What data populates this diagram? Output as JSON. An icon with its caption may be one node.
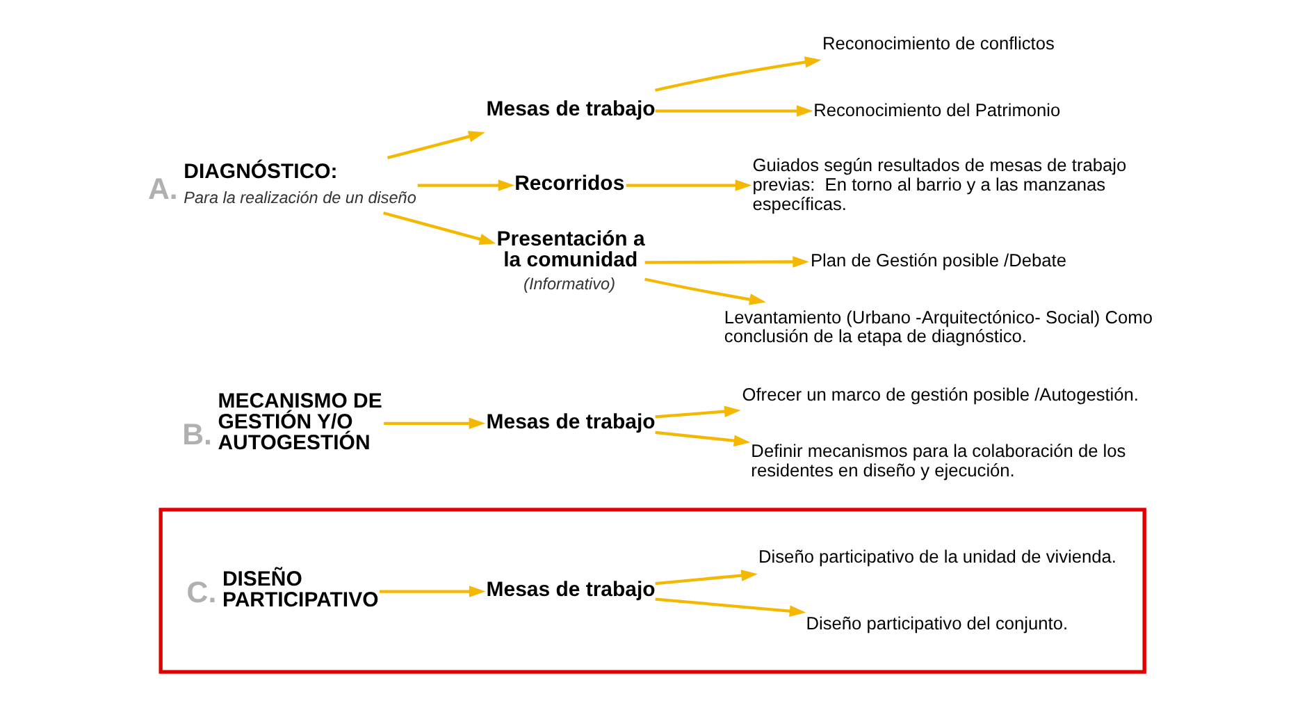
{
  "diagram": {
    "nodes": [
      {
        "text": [
          "A.",
          "DIAGNÓSTICO:",
          "Para la realización de un diseño"
        ]
      },
      {
        "text": [
          "Mesas de trabajo"
        ]
      },
      {
        "text": [
          "Recorridos"
        ]
      },
      {
        "text": [
          "Presentación a la comunidad",
          "(Informativo)"
        ]
      },
      {
        "text": [
          "Reconocimiento de conflictos"
        ]
      },
      {
        "text": [
          "Reconocimiento del Patrimonio"
        ]
      },
      {
        "text": [
          "Guiados según resultados de mesas de trabajo previas:  En torno al barrio y a las manzanas específicas."
        ]
      },
      {
        "text": [
          "Plan de Gestión posible /Debate"
        ]
      },
      {
        "text": [
          "Levantamiento (Urbano -Arquitectónico- Social) Como conclusión de la etapa de diagnóstico."
        ]
      },
      {
        "text": [
          "B.",
          "MECANISMO DE GESTIÓN Y/O AUTOGESTIÓN"
        ]
      },
      {
        "text": [
          "Mesas de trabajo"
        ]
      },
      {
        "text": [
          "Ofrecer un marco de gestión posible /Autogestión."
        ]
      },
      {
        "text": [
          "Definir mecanismos para la colaboración de los residentes en diseño y ejecución."
        ]
      },
      {
        "text": [],
        "shape": "box"
      },
      {
        "text": [
          "C.",
          "DISEÑO PARTICIPATIVO"
        ],
        "in": 13
      },
      {
        "text": [
          "Mesas de trabajo"
        ],
        "in": 13
      },
      {
        "text": [
          "Diseño participativo del conjunto."
        ],
        "in": 13
      },
      {
        "text": [
          "Diseño participativo de la unidad de vivienda."
        ],
        "in": 13
      }
    ],
    "edges": [
      {
        "from": 0,
        "to": 1,
        "arrow": "to"
      },
      {
        "from": 0,
        "to": 2,
        "arrow": "to"
      },
      {
        "from": 0,
        "to": 3,
        "arrow": "to"
      },
      {
        "from": 1,
        "to": 4,
        "arrow": "to"
      },
      {
        "from": 1,
        "to": 5,
        "arrow": "to"
      },
      {
        "from": 2,
        "to": 6,
        "arrow": "to"
      },
      {
        "from": 3,
        "to": 7,
        "arrow": "to"
      },
      {
        "from": 3,
        "to": 8,
        "arrow": "to"
      },
      {
        "from": 9,
        "to": 10,
        "arrow": "to"
      },
      {
        "from": 10,
        "to": 11,
        "arrow": "to"
      },
      {
        "from": 10,
        "to": 12,
        "arrow": "to"
      },
      {
        "from": 14,
        "to": 15,
        "arrow": "to"
      },
      {
        "from": 15,
        "to": 16,
        "arrow": "to"
      },
      {
        "from": 15,
        "to": 17,
        "arrow": "to"
      }
    ]
  }
}
